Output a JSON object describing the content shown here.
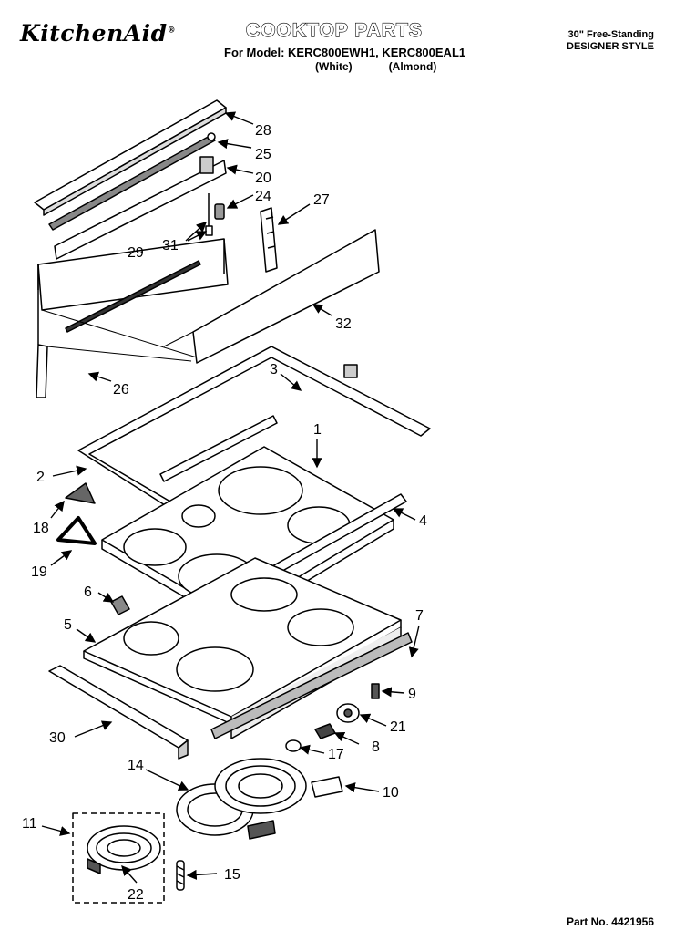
{
  "header": {
    "brand": "KitchenAid",
    "brand_mark": "®",
    "title": "COOKTOP PARTS",
    "model_line": "For Model: KERC800EWH1, KERC800EAL1",
    "variant_1": "(White)",
    "variant_2": "(Almond)",
    "desc_line_1": "30\" Free-Standing",
    "desc_line_2": "DESIGNER STYLE"
  },
  "footer": {
    "part_number": "Part No. 4421956"
  },
  "callouts": {
    "c1": "1",
    "c2": "2",
    "c3": "3",
    "c4": "4",
    "c5": "5",
    "c6": "6",
    "c7": "7",
    "c8": "8",
    "c9": "9",
    "c10": "10",
    "c11": "11",
    "c14": "14",
    "c15": "15",
    "c17": "17",
    "c18": "18",
    "c19": "19",
    "c20": "20",
    "c21": "21",
    "c22": "22",
    "c24": "24",
    "c25": "25",
    "c26": "26",
    "c27": "27",
    "c28": "28",
    "c29": "29",
    "c30": "30",
    "c31": "31",
    "c32": "32"
  }
}
